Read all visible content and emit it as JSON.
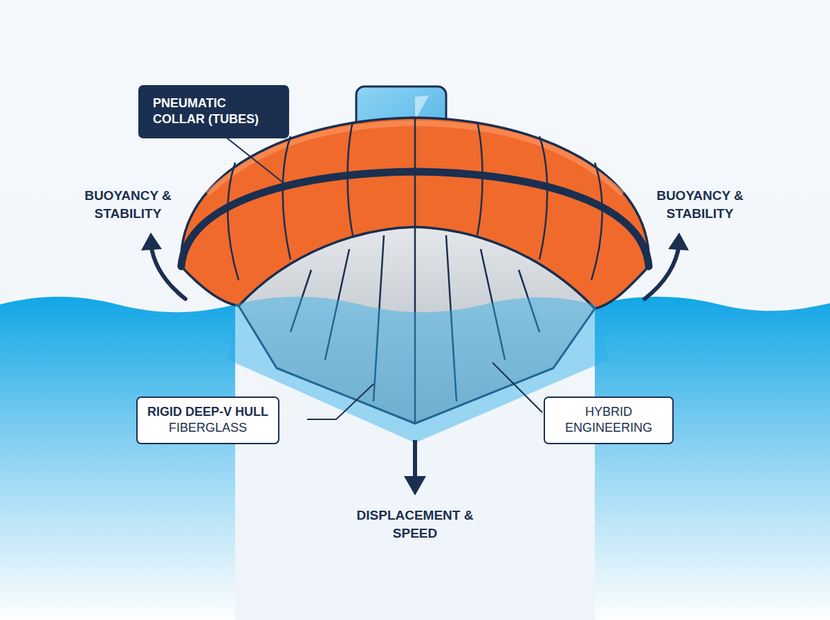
{
  "diagram": {
    "nodes": [
      {
        "text": [
          "PNEUMATIC COLLAR (TUBES)"
        ]
      },
      {
        "text": [
          "RIGID DEEP-V HULL",
          "FIBERGLASS"
        ]
      },
      {
        "text": [
          "HYBRID ENGINEERING"
        ]
      }
    ],
    "labels": [
      "BUOYANCY & STABILITY",
      "BUOYANCY & STABILITY",
      "DISPLACEMENT & SPEED"
    ]
  }
}
